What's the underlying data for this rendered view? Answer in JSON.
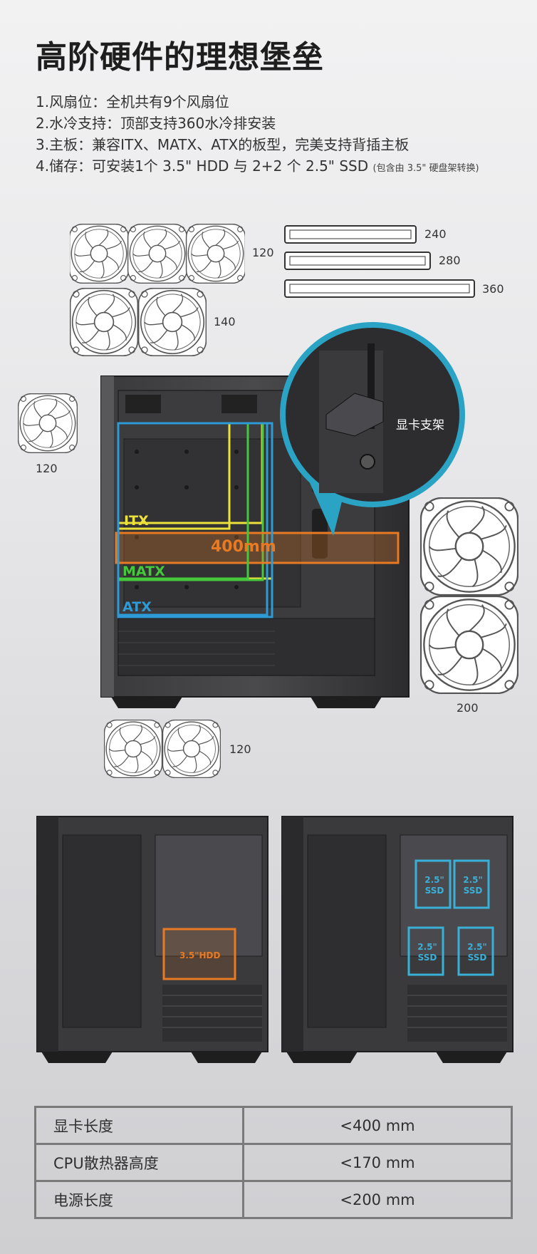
{
  "title": "高阶硬件的理想堡垒",
  "features": [
    {
      "text": "1.风扇位：全机共有9个风扇位",
      "note": ""
    },
    {
      "text": "2.水冷支持：顶部支持360水冷排安装",
      "note": ""
    },
    {
      "text": "3.主板：兼容ITX、MATX、ATX的板型，完美支持背插主板",
      "note": ""
    },
    {
      "text": "4.储存：可安装1个 3.5\" HDD 与 2+2 个 2.5\" SSD",
      "note": "(包含由 3.5\" 硬盘架转换)"
    }
  ],
  "fan_labels": {
    "top_120": "120",
    "top_140": "140",
    "rear_120": "120",
    "front_200": "200",
    "bottom_120": "120"
  },
  "radiators": [
    {
      "label": "240"
    },
    {
      "label": "280"
    },
    {
      "label": "360"
    }
  ],
  "gpu_bracket_label": "显卡支架",
  "board_labels": {
    "itx": "ITX",
    "matx": "MATX",
    "atx": "ATX",
    "gpu_length": "400mm"
  },
  "storage_labels": {
    "hdd": "3.5\"HDD",
    "ssd_line1": "2.5\"",
    "ssd_line2": "SSD"
  },
  "colors": {
    "itx": "#ece13a",
    "matx": "#46c83c",
    "atx": "#2e9ad6",
    "gpu": "#e87a24",
    "ssd": "#3ab0d8",
    "hdd": "#e87a24",
    "magnifier_ring": "#2aa3c4"
  },
  "specs": [
    {
      "key": "显卡长度",
      "value": "<400 mm"
    },
    {
      "key": "CPU散热器高度",
      "value": "<170 mm"
    },
    {
      "key": "电源长度",
      "value": "<200 mm"
    }
  ]
}
